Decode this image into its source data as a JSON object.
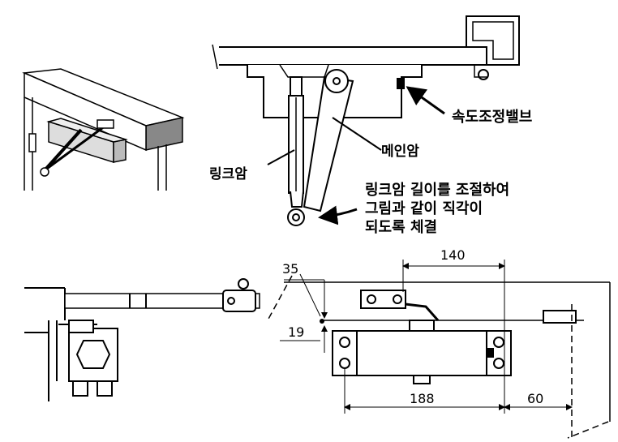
{
  "labels": {
    "speed_valve": "속도조정밸브",
    "main_arm": "메인암",
    "link_arm": "링크암",
    "instruction": [
      "링크암 길이를 조절하여",
      "그림과 같이 직각이",
      "되도록 체결"
    ]
  },
  "dimensions": {
    "d140": "140",
    "d35": "35",
    "d19": "19",
    "d188": "188",
    "d60": "60"
  }
}
